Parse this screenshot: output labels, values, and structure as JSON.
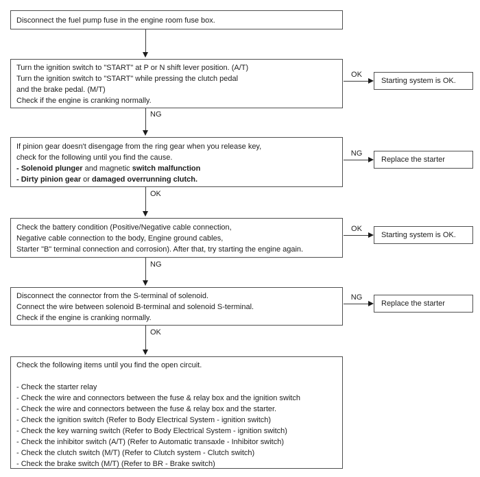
{
  "steps": {
    "s1": {
      "lines": [
        "Disconnect the fuel pump fuse in the engine room fuse box."
      ]
    },
    "s2": {
      "lines": [
        "Turn the ignition switch to \"START\" at P or N shift lever position. (A/T)",
        "Turn the ignition switch to \"START\" while pressing the clutch pedal",
        "and the brake pedal. (M/T)",
        "Check if the engine is cranking normally."
      ]
    },
    "s3": {
      "lines": [
        "If pinion gear doesn't disengage from the ring gear when you release key,",
        "check for the following until you find the cause."
      ],
      "l3": {
        "b1": "- Solenoid plunger",
        "mid": " and magnetic ",
        "b2": "switch malfunction"
      },
      "l4": {
        "b1": "- Dirty pinion gear",
        "mid": " or ",
        "b2": "damaged overrunning clutch."
      }
    },
    "s4": {
      "lines": [
        "Check the battery condition (Positive/Negative cable connection,",
        "Negative cable connection to the body, Engine ground cables,",
        "Starter \"B\" terminal connection and corrosion). After that, try starting the engine again."
      ]
    },
    "s5": {
      "lines": [
        "Disconnect the connector from the S-terminal of solenoid.",
        "Connect the wire between solenoid B-terminal and solenoid S-terminal.",
        "Check if the engine is cranking normally."
      ]
    },
    "s6": {
      "lines": [
        "Check the following items until you find the open circuit.",
        "",
        "- Check the starter relay",
        "- Check the wire and connectors between the fuse & relay box and the ignition switch",
        "- Check the wire and connectors between the fuse & relay box and the starter.",
        "- Check the ignition switch (Refer to Body Electrical System - ignition switch)",
        "- Check the key warning switch (Refer to Body Electrical System - ignition switch)",
        "- Check the inhibitor switch (A/T) (Refer to Automatic transaxle - Inhibitor switch)",
        "- Check the clutch switch (M/T) (Refer to Clutch system - Clutch switch)",
        "- Check the brake switch (M/T) (Refer to BR - Brake switch)"
      ]
    }
  },
  "connectors": {
    "down2": "NG",
    "down3": "OK",
    "down4": "NG",
    "down5": "OK",
    "side1": "OK",
    "side2": "NG",
    "side3": "OK",
    "side4": "NG"
  },
  "results": {
    "r1": "Starting system is OK.",
    "r2": "Replace the starter",
    "r3": "Starting system is OK.",
    "r4": "Replace the starter"
  },
  "colors": {
    "box_border": "#4f4f4f",
    "text": "#1c1c1c",
    "background": "#ffffff"
  }
}
